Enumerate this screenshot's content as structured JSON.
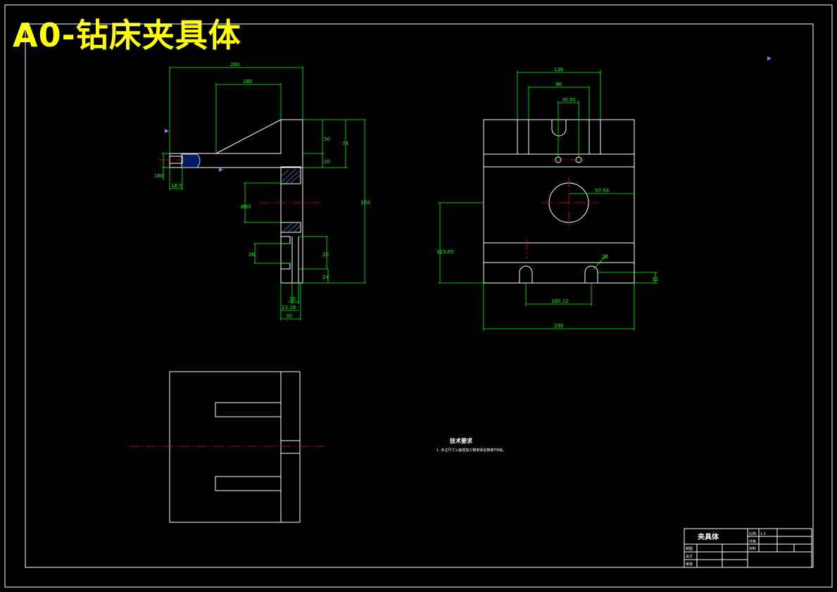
{
  "title": "A0-钻床夹具体",
  "colors": {
    "background": "#000000",
    "outline": "#ffffff",
    "dimension": "#00ff00",
    "centerline": "#ff0000",
    "title": "#ffff00"
  },
  "dims": {
    "d200": "200",
    "d180": "180",
    "d50": "50",
    "d74": "74",
    "d20a": "20",
    "d160": "160",
    "d18_5": "18.5",
    "dphi50": "Ø50",
    "d150": "150",
    "d20b": "20",
    "d20c": "20",
    "d24": "24",
    "d10": "10",
    "d23_18": "23.18",
    "d30a": "30",
    "d130": "130",
    "d90": "90",
    "d30_01": "30.01",
    "d57_58": "57.58",
    "d123_05": "123.05",
    "d20r": "20",
    "d100_12": "100.12",
    "d230": "230",
    "d12": "12"
  },
  "notes": {
    "heading": "技术要求",
    "line1": "1. 未注尺寸公差按加工精度保证精度IT8级。"
  },
  "title_block": {
    "part_name": "夹具体",
    "scale_label": "比例",
    "scale_value": "1:1",
    "sheet_label": "件数",
    "material_label": "材料",
    "drawn": "制图",
    "design": "设计",
    "review": "审核"
  }
}
